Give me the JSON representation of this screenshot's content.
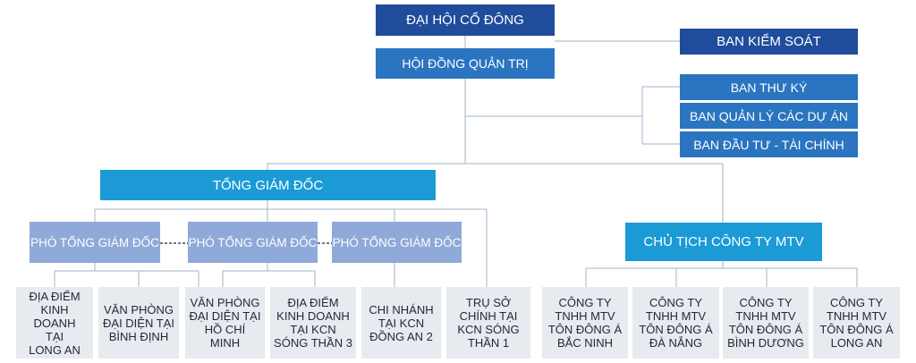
{
  "top": {
    "shareholders": "ĐẠI HỘI CỔ ĐÔNG",
    "board": "HỘI ĐỒNG QUẢN TRỊ"
  },
  "side": {
    "supervisory": "BAN KIỂM SOÁT",
    "secretary": "BAN THƯ KÝ",
    "projects": "BAN QUẢN LÝ CÁC DỰ ÁN",
    "investment": "BAN ĐẦU TƯ - TÀI CHÍNH"
  },
  "ceo": "TỔNG GIÁM ĐỐC",
  "chairman_mtv": "CHỦ TỊCH CÔNG TY MTV",
  "deputies": [
    "PHÓ TỔNG GIÁM ĐỐC",
    "PHÓ TỔNG GIÁM ĐỐC",
    "PHÓ TỔNG GIÁM ĐỐC"
  ],
  "units": [
    "ĐỊA ĐIỂM\nKINH DOANH\nTẠI\nLONG AN",
    "VĂN PHÒNG\nĐẠI DIỆN TẠI\nBÌNH ĐỊNH",
    "VĂN PHÒNG\nĐẠI DIỆN TẠI\nHỒ CHÍ MINH",
    "ĐỊA ĐIỂM\nKINH DOANH\nTẠI KCN\nSÓNG THẦN 3",
    "CHI NHÁNH\nTẠI KCN\nĐỒNG AN 2",
    "TRỤ SỞ\nCHÍNH TẠI\nKCN SÓNG\nTHẦN 1"
  ],
  "subsidiaries": [
    "CÔNG TY\nTNHH MTV\nTÔN ĐÔNG Á\nBẮC NINH",
    "CÔNG TY\nTNHH MTV\nTÔN ĐÔNG Á\nĐÀ NẴNG",
    "CÔNG TY\nTNHH MTV\nTÔN ĐÔNG Á\nBÌNH DƯƠNG",
    "CÔNG TY\nTNHH MTV\nTÔN ĐÔNG Á\nLONG AN"
  ],
  "colors": {
    "dark_blue": "#1f4d9c",
    "mid_blue": "#2a74c0",
    "cyan": "#1b9ad6",
    "lavender": "#8fa9d8",
    "leaf_gray": "#e7eaee",
    "connector": "#9fb3c8"
  }
}
